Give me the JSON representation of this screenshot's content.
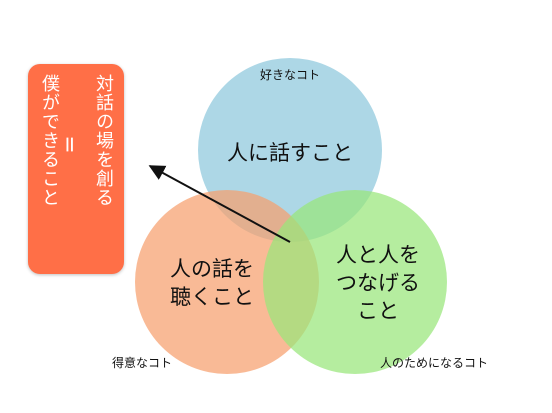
{
  "card": {
    "line1": "対話の場を創る",
    "line2": "=",
    "line3": "僕ができること",
    "color": "#ff6f47"
  },
  "venn": {
    "top": {
      "label": "人に話すこと",
      "caption": "好きなコト",
      "color": "#8ec7dd"
    },
    "left": {
      "label_line1": "人の話を",
      "label_line2": "聴くこと",
      "caption": "得意なコト",
      "color": "#f7a06e"
    },
    "right": {
      "label_line1": "人と人を",
      "label_line2": "つなげる",
      "label_line3": "こと",
      "caption": "人のためになるコト",
      "color": "#98e67a"
    }
  },
  "arrow_icon": "arrow-left-up-icon"
}
